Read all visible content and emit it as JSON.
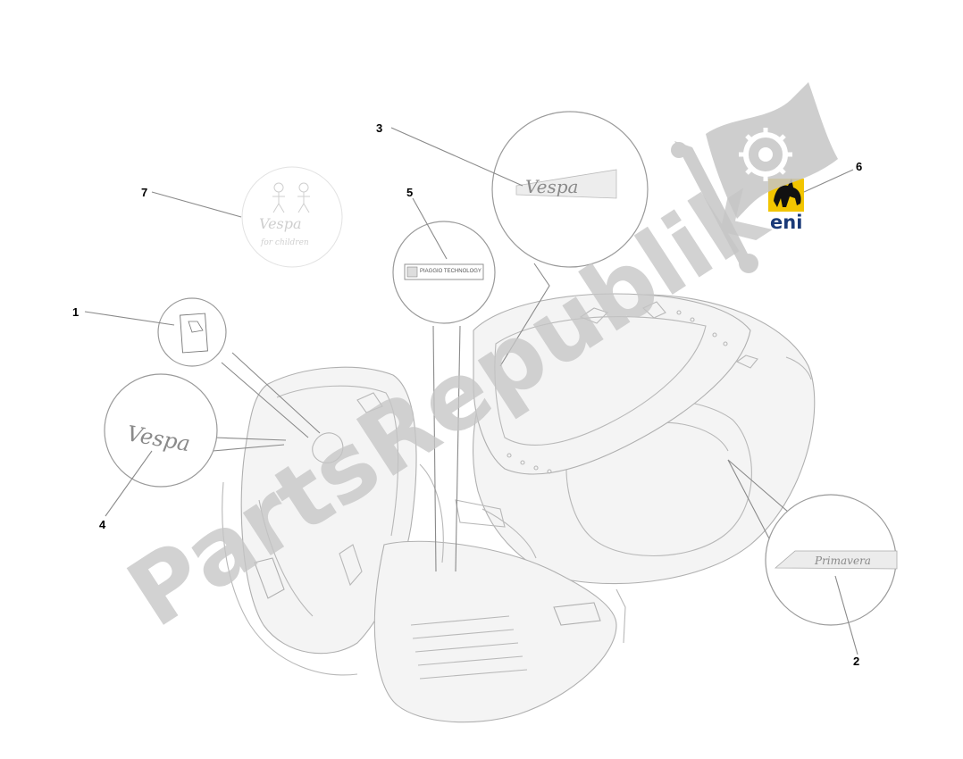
{
  "watermark": {
    "text": "PartsRepublik",
    "color": "#c6c6c6"
  },
  "callouts": [
    {
      "id": "1",
      "label": "1"
    },
    {
      "id": "2",
      "label": "2"
    },
    {
      "id": "3",
      "label": "3"
    },
    {
      "id": "4",
      "label": "4"
    },
    {
      "id": "5",
      "label": "5"
    },
    {
      "id": "6",
      "label": "6"
    },
    {
      "id": "7",
      "label": "7"
    }
  ],
  "decals": {
    "piaggio_technology_plate": "PIAGGIO TECHNOLOGY",
    "eni_logo_text": "eni"
  },
  "colors": {
    "line_art": "#b8b8b8",
    "callout_text": "#000000",
    "eni_blue": "#1a3a78",
    "eni_yellow": "#f2c500"
  }
}
